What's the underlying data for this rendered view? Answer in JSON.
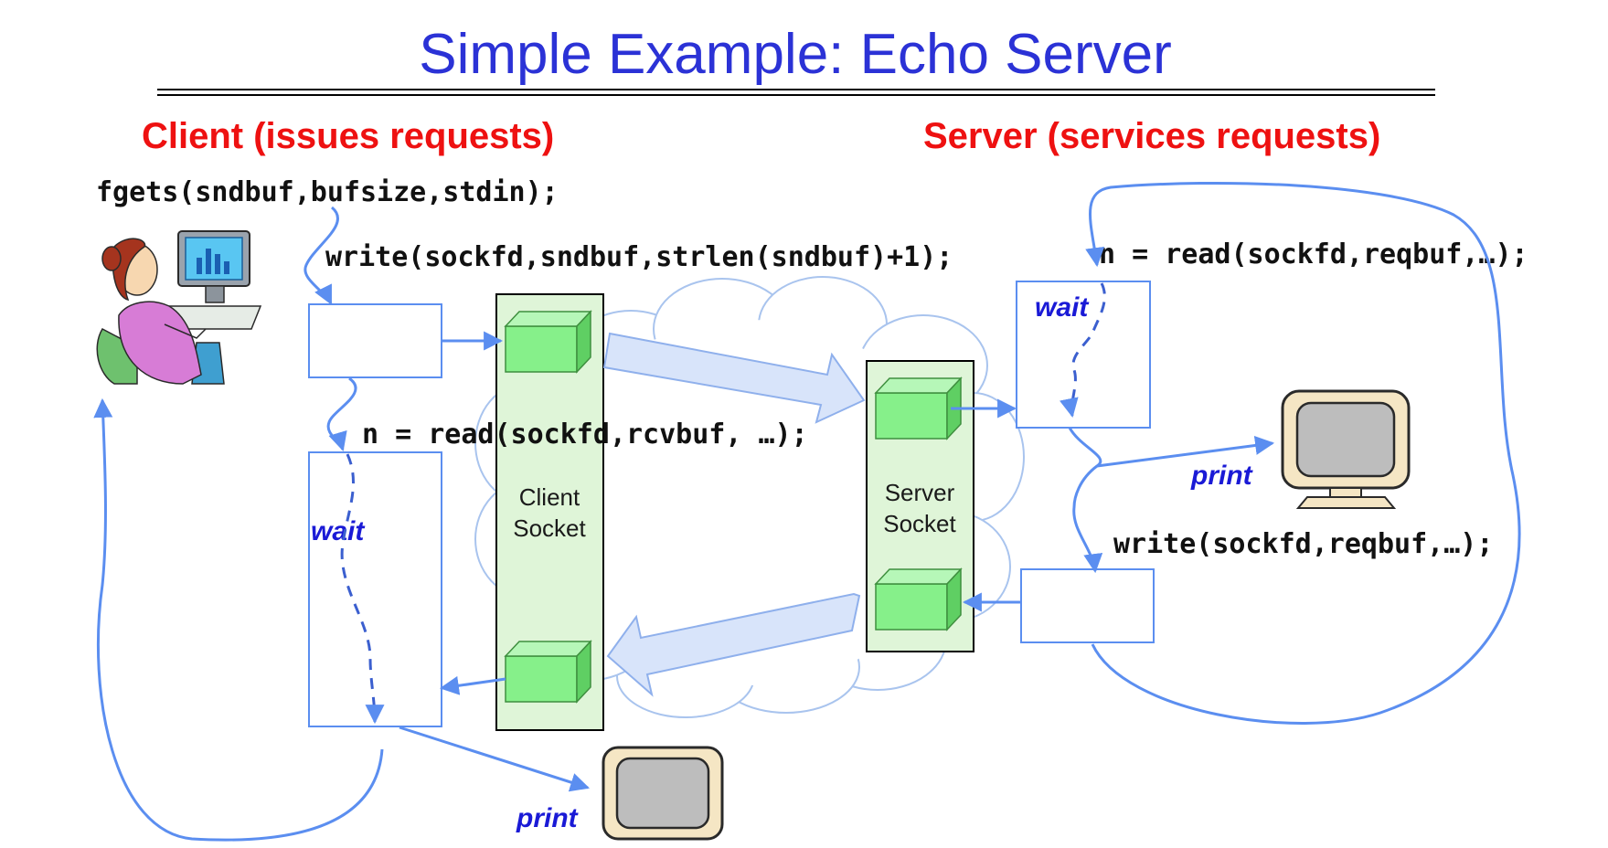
{
  "title": "Simple Example: Echo Server",
  "client": {
    "heading": "Client (issues requests)",
    "fgets_call": "fgets(sndbuf,bufsize,stdin);",
    "write_call": "write(sockfd,sndbuf,strlen(sndbuf)+1);",
    "read_call": "n = read(sockfd,rcvbuf, …);",
    "wait_label": "wait",
    "print_label": "print",
    "socket_label_line1": "Client",
    "socket_label_line2": "Socket"
  },
  "server": {
    "heading": "Server (services requests)",
    "read_call": "n = read(sockfd,reqbuf,…);",
    "write_call": "write(sockfd,reqbuf,…);",
    "wait_label": "wait",
    "print_label": "print",
    "socket_label_line1": "Server",
    "socket_label_line2": "Socket"
  },
  "colors": {
    "title": "#2b32d6",
    "heading": "#ee1111",
    "annotation": "#1a1ad6",
    "flow_line": "#5b8ef0",
    "socket_fill": "#dff5d8",
    "packet_fill": "#86f08a",
    "big_arrow": "#d8e4fa",
    "cloud_stroke": "#a9c4ee"
  },
  "icons": {
    "user": "person-at-computer-icon",
    "monitor": "crt-monitor-icon"
  }
}
